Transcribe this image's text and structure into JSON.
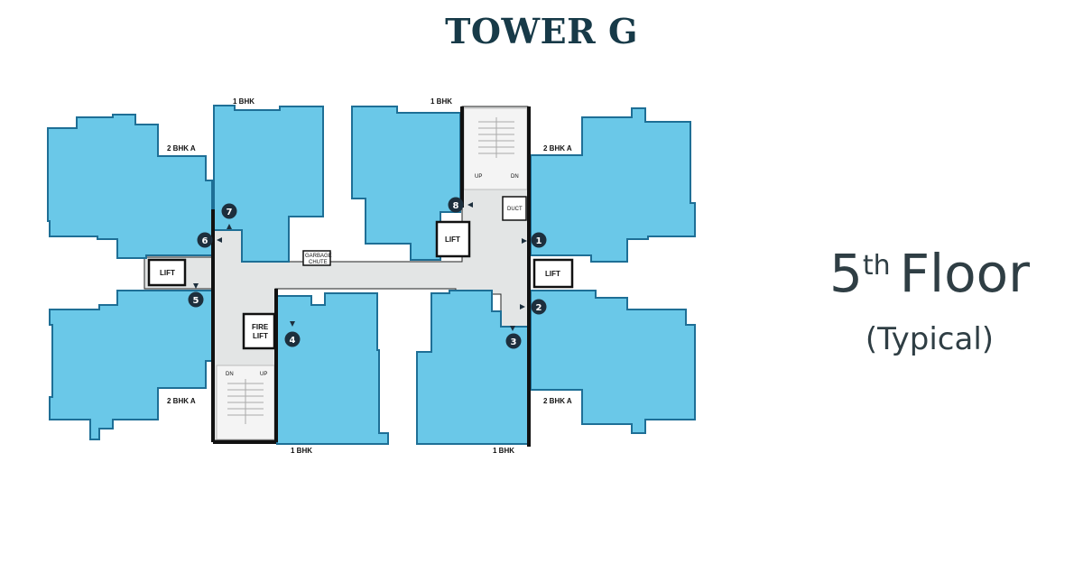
{
  "title": "TOWER G",
  "floor": {
    "number": "5",
    "suffix": "th",
    "word": "Floor",
    "subtitle": "(Typical)"
  },
  "plan": {
    "unit_labels": [
      "2 BHK A",
      "1 BHK",
      "1 BHK",
      "2 BHK A",
      "2 BHK A",
      "1 BHK",
      "1 BHK",
      "2 BHK A"
    ],
    "core_labels": {
      "lift_left": "LIFT",
      "lift_center": "LIFT",
      "lift_right": "LIFT",
      "fire_lift_1": "FIRE",
      "fire_lift_2": "LIFT",
      "garbage_1": "GARBAGE",
      "garbage_2": "CHUTE",
      "duct": "DUCT",
      "stair_top_up": "UP",
      "stair_top_dn": "DN",
      "stair_bot_dn": "DN",
      "stair_bot_up": "UP"
    },
    "markers": [
      "1",
      "2",
      "3",
      "4",
      "5",
      "6",
      "7",
      "8"
    ]
  },
  "colors": {
    "unit_fill": "#6ac8e8",
    "unit_stroke": "#1e6f96",
    "core_fill": "#e3e5e5",
    "title": "#173a48",
    "badge": "#1d2f3d"
  }
}
